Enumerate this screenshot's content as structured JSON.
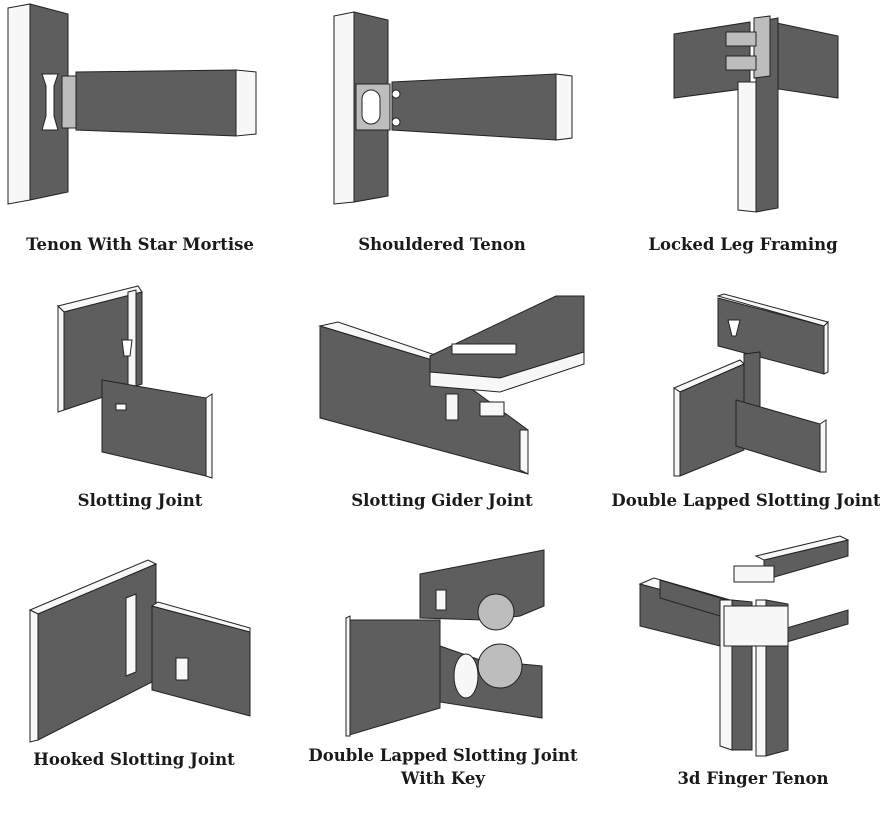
{
  "joints": [
    {
      "label": "Tenon With Star Mortise"
    },
    {
      "label": "Shouldered Tenon"
    },
    {
      "label": "Locked Leg Framing"
    },
    {
      "label": "Slotting Joint"
    },
    {
      "label": "Slotting Gider Joint"
    },
    {
      "label": "Double Lapped Slotting Joint"
    },
    {
      "label": "Hooked Slotting Joint"
    },
    {
      "label": "Double Lapped Slotting Joint",
      "label_line2": "With Key"
    },
    {
      "label": "3d Finger Tenon"
    }
  ],
  "colors": {
    "wood_face": "#5e5e5e",
    "wood_edge": "#f7f7f7",
    "tenon": "#bdbdbd"
  }
}
